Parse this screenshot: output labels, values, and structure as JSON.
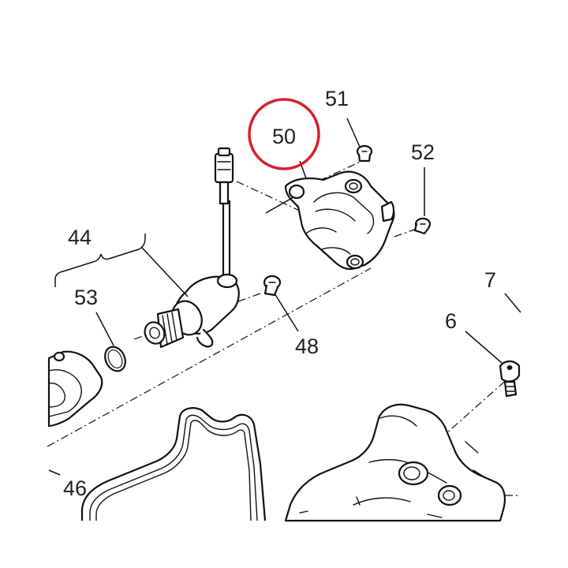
{
  "diagram": {
    "labels": {
      "p50": "50",
      "p51": "51",
      "p52": "52",
      "p44": "44",
      "p53": "53",
      "p48": "48",
      "p46": "46",
      "p7": "7",
      "p6": "6"
    },
    "highlight_color": "#d6202f",
    "line_color": "#111111",
    "background": "#ffffff"
  }
}
